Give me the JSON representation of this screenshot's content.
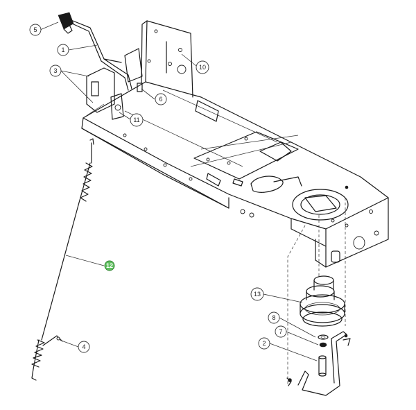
{
  "callouts": [
    {
      "id": "c1",
      "label": "1"
    },
    {
      "id": "c2",
      "label": "2"
    },
    {
      "id": "c3",
      "label": "3"
    },
    {
      "id": "c4",
      "label": "4"
    },
    {
      "id": "c5",
      "label": "5"
    },
    {
      "id": "c6",
      "label": "6"
    },
    {
      "id": "c7",
      "label": "7"
    },
    {
      "id": "c8",
      "label": "8"
    },
    {
      "id": "c10",
      "label": "10"
    },
    {
      "id": "c11",
      "label": "11"
    },
    {
      "id": "c13",
      "label": "13"
    },
    {
      "id": "c12",
      "label": "12"
    }
  ],
  "highlight_color": "#5fbf5f"
}
